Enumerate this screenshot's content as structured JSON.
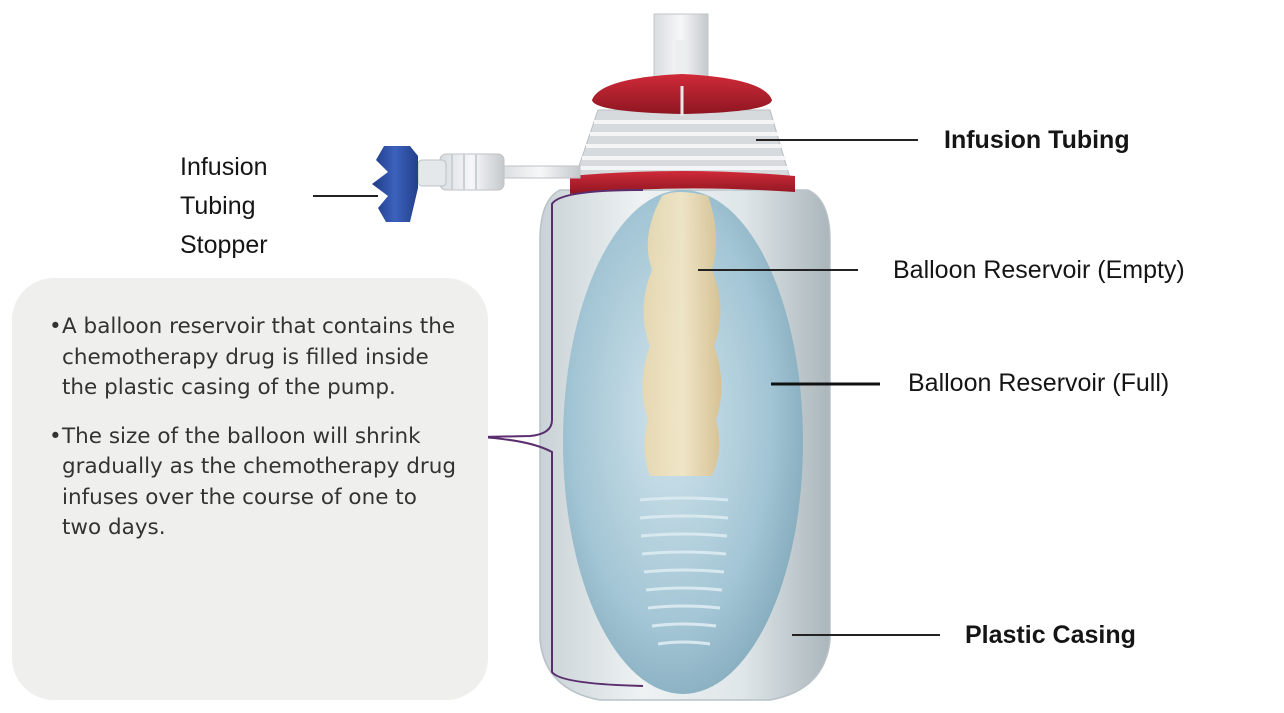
{
  "labels": {
    "infusion_tubing": "Infusion Tubing",
    "stopper_line_1": "Infusion",
    "stopper_line_2": "Tubing",
    "stopper_line_3": "Stopper",
    "reservoir_empty": "Balloon Reservoir (Empty)",
    "reservoir_full": "Balloon Reservoir (Full)",
    "plastic_casing": "Plastic Casing"
  },
  "notes": {
    "bullet_glyph": "•",
    "items": [
      "A balloon reservoir that contains the chemotherapy drug is filled inside the plastic casing of the pump.",
      "The size of the balloon will shrink gradually as the chemotherapy drug infuses over the course of one to two days."
    ]
  },
  "colors": {
    "cap_red": "#b5202e",
    "stopper_blue": "#2d4fa2",
    "balloon_blue": "#a9cbd9",
    "inner_tan": "#e2cfa4",
    "bracket_purple": "#5a2e6e",
    "note_bg": "#efefee"
  }
}
